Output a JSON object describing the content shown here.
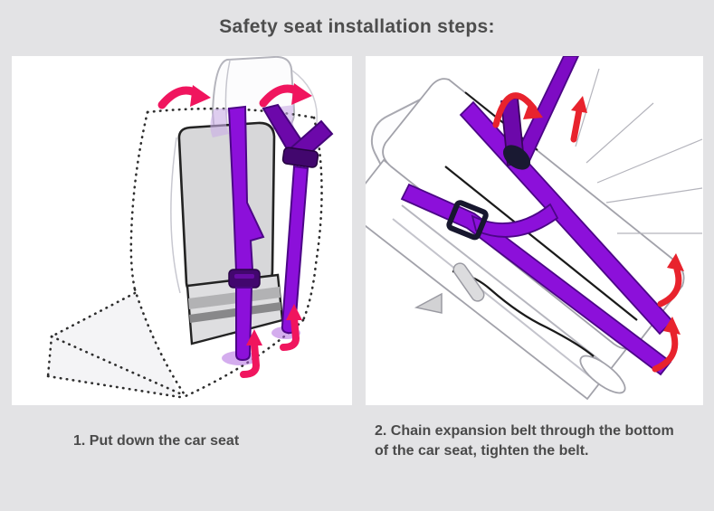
{
  "page": {
    "title": "Safety seat installation steps:"
  },
  "steps": [
    {
      "caption": "1. Put down the car seat"
    },
    {
      "caption": "2. Chain expansion belt through the bottom of the car seat, tighten the belt."
    }
  ],
  "colors": {
    "background": "#e3e3e5",
    "panel": "#ffffff",
    "title_text": "#4d4d4d",
    "caption_text": "#4a4a4a",
    "belt_purple": "#8c10da",
    "belt_purple_dark": "#4c0687",
    "belt_purple_deep": "#6c08aa",
    "buckle_purple": "#42076e",
    "arrow_pink": "#f0155e",
    "arrow_red": "#e8232d",
    "seat_gray": "#d7d7d9",
    "outline_gray": "#a2a2aa",
    "outline_dark": "#232323"
  }
}
